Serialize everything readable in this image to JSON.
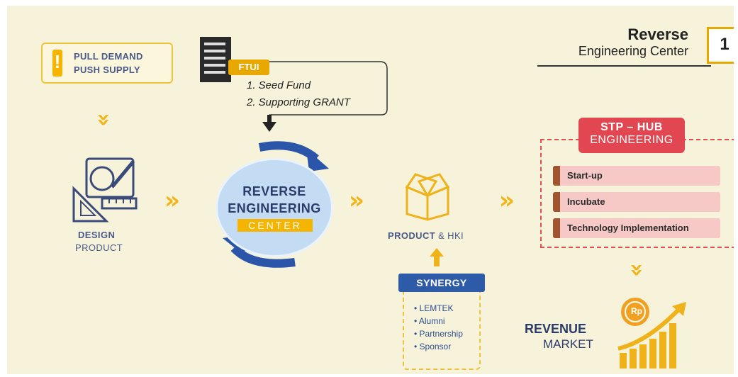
{
  "header": {
    "title": "Reverse",
    "subtitle": "Engineering Center",
    "number": "1"
  },
  "pull": {
    "line1": "PULL DEMAND",
    "line2": "PUSH SUPPLY",
    "icon": "exclamation-icon"
  },
  "ftui": {
    "tag": "FTUI",
    "items": [
      "1.  Seed Fund",
      "2.  Supporting GRANT"
    ]
  },
  "design": {
    "bold": "DESIGN",
    "normal": "PRODUCT"
  },
  "center": {
    "line1": "REVERSE",
    "line2": "ENGINEERING",
    "line3": "CENTER"
  },
  "product": {
    "bold": "PRODUCT",
    "normal": " & HKI"
  },
  "synergy": {
    "title": "SYNERGY",
    "items": [
      "• LEMTEK",
      "• Alumni",
      "• Partnership",
      "• Sponsor"
    ]
  },
  "stp": {
    "title1": "STP – HUB",
    "title2": "ENGINEERING",
    "rows": [
      "Start-up",
      "Incubate",
      "Technology Implementation"
    ]
  },
  "revenue": {
    "bold": "REVENUE",
    "normal": "MARKET",
    "coin": "Rp"
  },
  "colors": {
    "background": "#f7f3da",
    "accent_yellow": "#f2b418",
    "navy": "#2b3b6a",
    "red": "#e14651",
    "blue": "#2e5ba8"
  }
}
